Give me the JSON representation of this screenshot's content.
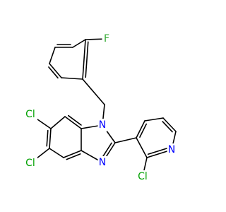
{
  "colors": {
    "background": "#ffffff",
    "bond": "#000000",
    "chlorine": "#00a000",
    "fluorine": "#33aa33",
    "nitrogen": "#0000ff"
  },
  "molecule": {
    "atoms": [
      {
        "id": "f",
        "label": "F",
        "element": "fluorine"
      },
      {
        "id": "n1",
        "label": "N",
        "element": "nitrogen"
      },
      {
        "id": "n3",
        "label": "N",
        "element": "nitrogen"
      },
      {
        "id": "cl6",
        "label": "Cl",
        "element": "chlorine"
      },
      {
        "id": "cl5",
        "label": "Cl",
        "element": "chlorine"
      },
      {
        "id": "npyr",
        "label": "N",
        "element": "nitrogen"
      },
      {
        "id": "clpyr",
        "label": "Cl",
        "element": "chlorine"
      }
    ]
  }
}
